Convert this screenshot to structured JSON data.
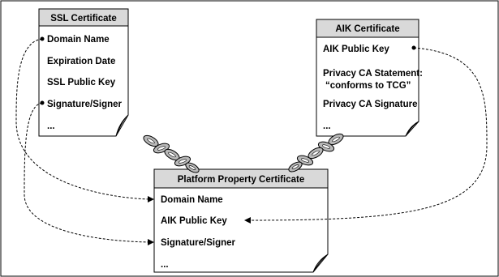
{
  "colors": {
    "title_fill": "#d9d9d9",
    "card_fill": "#ffffff",
    "stroke": "#000000",
    "chain_fill": "#b8b8b8"
  },
  "ssl_certificate": {
    "title": "SSL Certificate",
    "fields": [
      "Domain Name",
      "Expiration Date",
      "SSL Public Key",
      "Signature/Signer",
      "..."
    ]
  },
  "aik_certificate": {
    "title": "AIK Certificate",
    "fields": [
      "AIK Public Key",
      "Privacy CA Statement:",
      "“conforms to TCG”",
      "Privacy CA Signature",
      "..."
    ]
  },
  "platform_certificate": {
    "title": "Platform Property Certificate",
    "fields": [
      "Domain Name",
      "AIK Public Key",
      "Signature/Signer",
      "..."
    ]
  },
  "icons": {
    "chain": "chain-link-icon"
  }
}
